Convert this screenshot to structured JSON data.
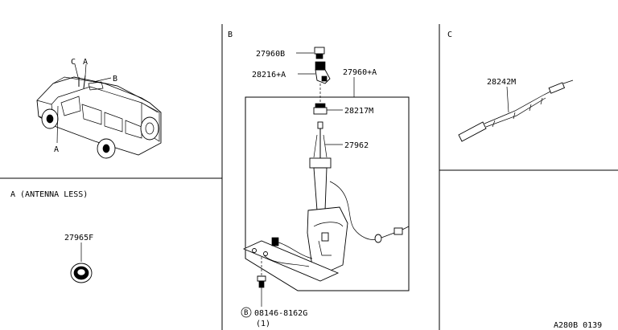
{
  "sections": {
    "a_title": "A (ANTENNA LESS)",
    "b_title": "B",
    "c_title": "C"
  },
  "vehicle_callouts": {
    "c": "C",
    "a_top": "A",
    "b": "B",
    "a_bottom": "A"
  },
  "parts": {
    "cap": "27960B",
    "motor_bracket": "28216+A",
    "antenna_assembly": "27960+A",
    "nut": "28217M",
    "mast": "27962",
    "plug": "27965F",
    "cable": "28242M",
    "bolt": "08146-8162G",
    "bolt_qty": "(1)",
    "bolt_symbol": "B"
  },
  "diagram_code": "A280B 0139"
}
